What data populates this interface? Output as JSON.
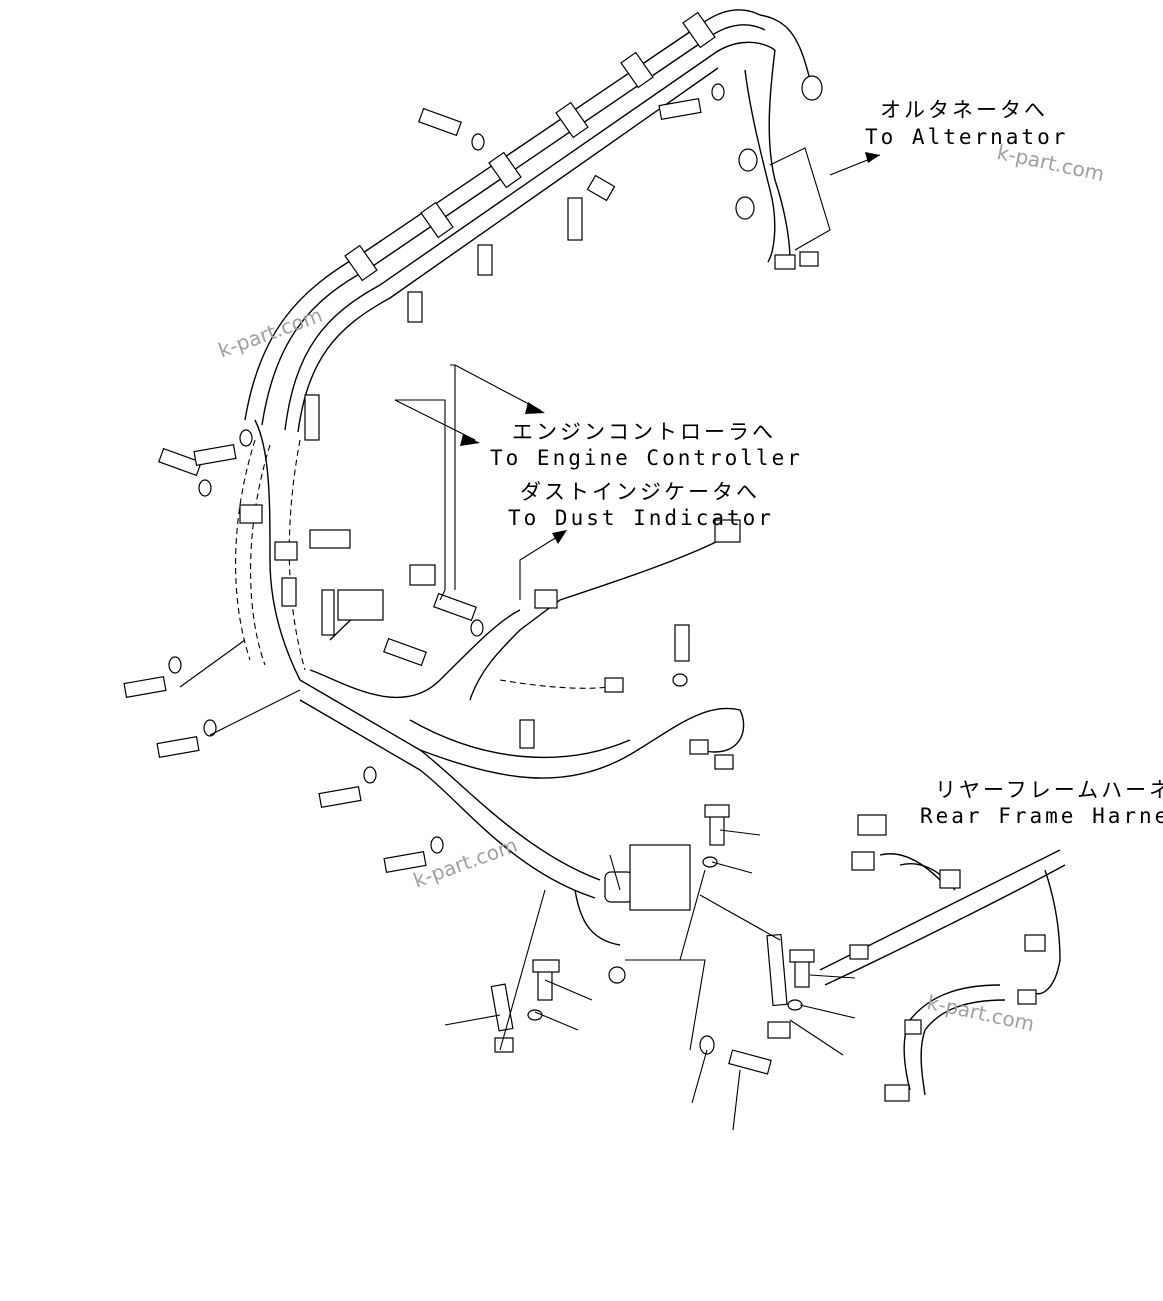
{
  "labels": {
    "alternator_jp": "オルタネータへ",
    "alternator_en": "To Alternator",
    "engine_jp": "エンジンコントローラへ",
    "engine_en": "To Engine Controller",
    "dust_jp": "ダストインジケータへ",
    "dust_en": "To Dust Indicator",
    "rear_jp": "リヤーフレームハーネス",
    "rear_en": "Rear Frame Harness"
  },
  "watermarks": [
    "k-part.com",
    "k-part.com",
    "k-part.com",
    "k-part.com"
  ]
}
